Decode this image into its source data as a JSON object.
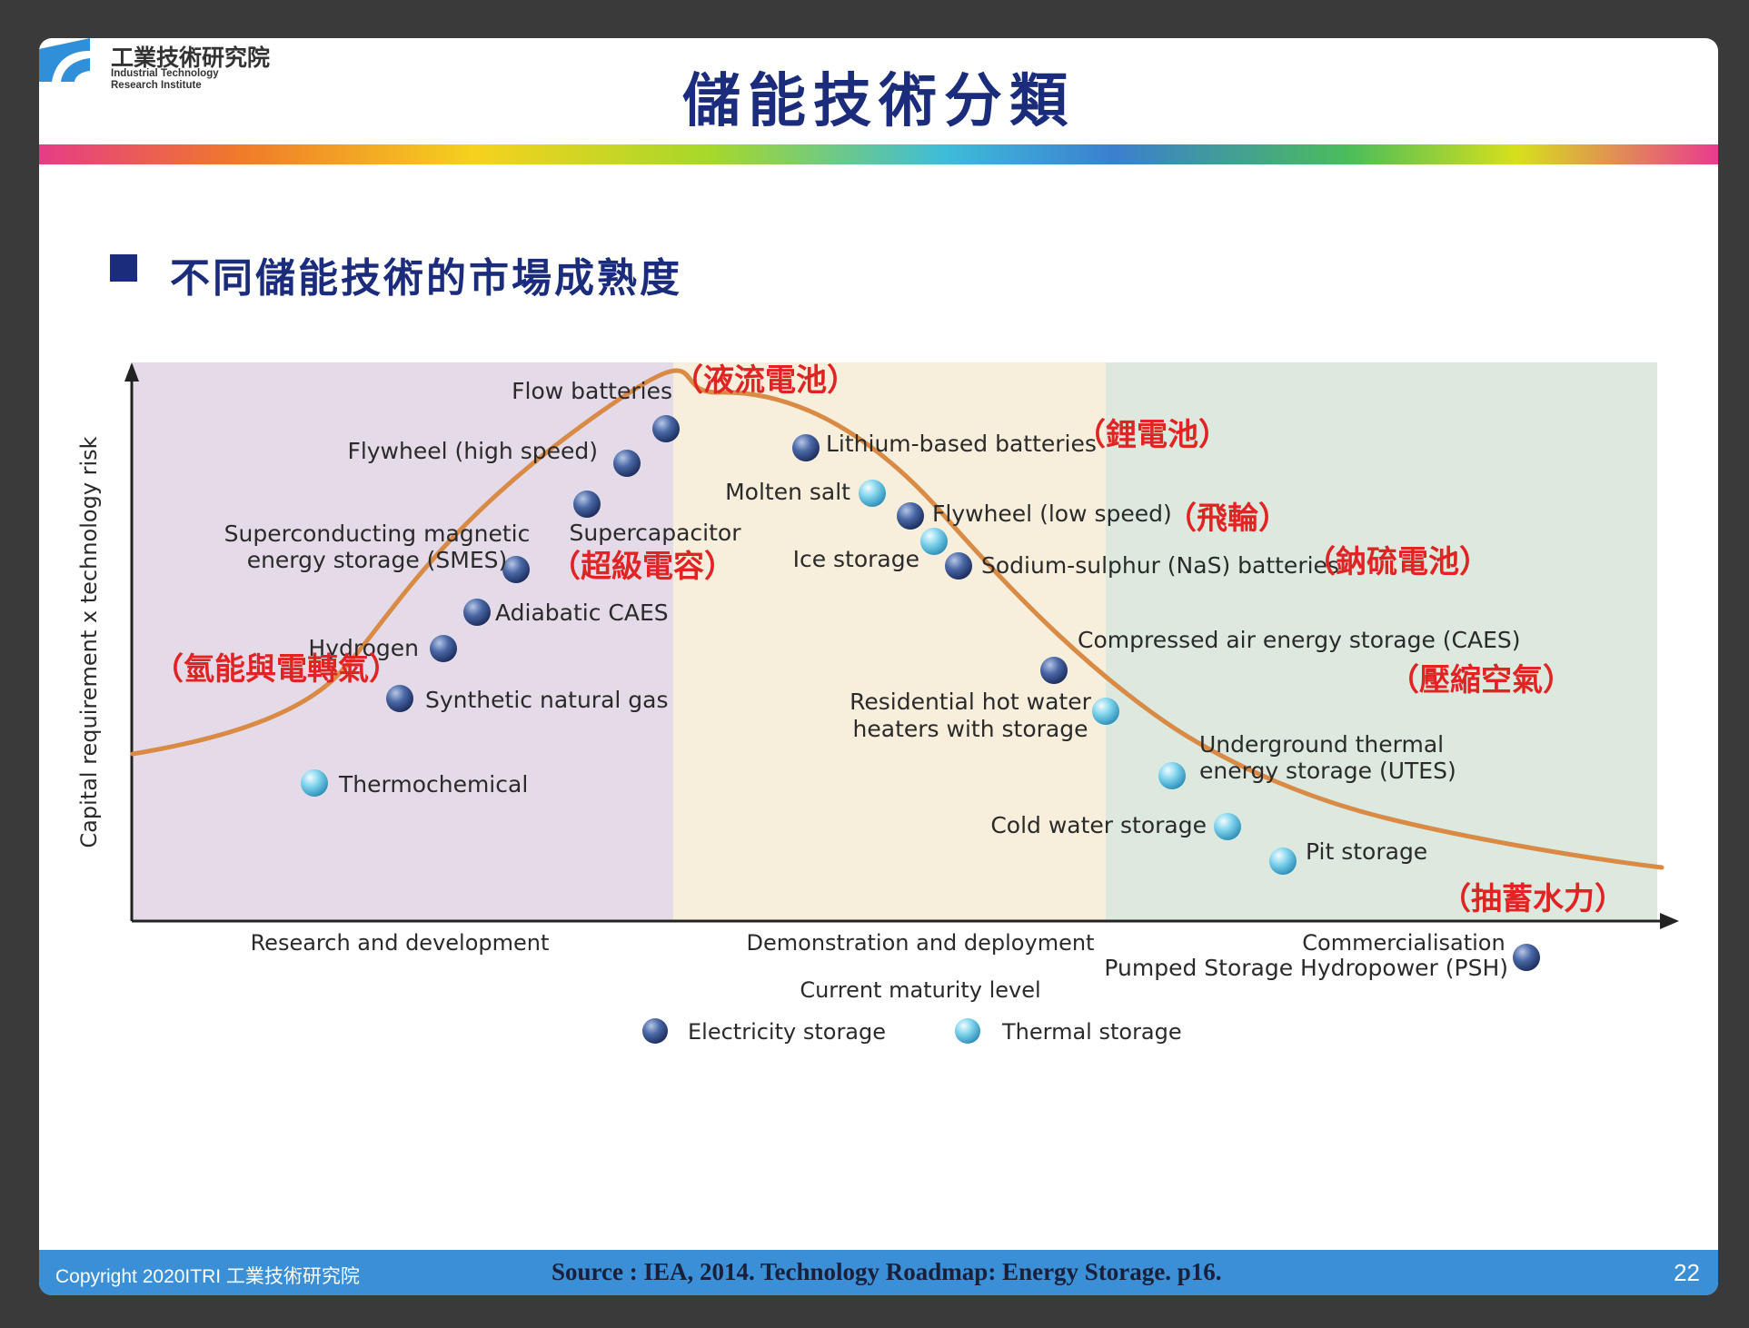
{
  "header": {
    "logo_cn": "工業技術研究院",
    "logo_en_line1": "Industrial Technology",
    "logo_en_line2": "Research Institute",
    "title": "儲能技術分類"
  },
  "subheading": "不同儲能技術的市場成熟度",
  "diagram": {
    "y_axis_label": "Capital requirement x technology risk",
    "x_axis_label": "Current maturity level",
    "stages": [
      "Research and development",
      "Demonstration and deployment",
      "Commercialisation"
    ],
    "stage_colors": [
      "#e5dbe8",
      "#f7eedb",
      "#dde9df"
    ],
    "curve_color": "#d98a45",
    "technologies": [
      {
        "label_lines": [
          "Thermochemical"
        ],
        "type": "thermal"
      },
      {
        "label_lines": [
          "Synthetic natural gas"
        ],
        "type": "electricity"
      },
      {
        "label_lines": [
          "Hydrogen"
        ],
        "type": "electricity",
        "cn": "（氫能與電轉氣）"
      },
      {
        "label_lines": [
          "Adiabatic CAES"
        ],
        "type": "electricity"
      },
      {
        "label_lines": [
          "Superconducting magnetic",
          "energy storage (SMES)"
        ],
        "type": "electricity"
      },
      {
        "label_lines": [
          "Supercapacitor"
        ],
        "type": "electricity",
        "cn": "（超級電容）"
      },
      {
        "label_lines": [
          "Flywheel (high speed)"
        ],
        "type": "electricity"
      },
      {
        "label_lines": [
          "Flow batteries"
        ],
        "type": "electricity",
        "cn": "（液流電池）"
      },
      {
        "label_lines": [
          "Lithium-based batteries"
        ],
        "type": "electricity",
        "cn": "（鋰電池）"
      },
      {
        "label_lines": [
          "Molten salt"
        ],
        "type": "thermal"
      },
      {
        "label_lines": [
          "Flywheel (low speed)"
        ],
        "type": "electricity",
        "cn": "（飛輪）"
      },
      {
        "label_lines": [
          "Ice storage"
        ],
        "type": "thermal"
      },
      {
        "label_lines": [
          "Sodium-sulphur (NaS) batteries"
        ],
        "type": "electricity",
        "cn": "（鈉硫電池）"
      },
      {
        "label_lines": [
          "Compressed air energy storage (CAES)"
        ],
        "type": "electricity",
        "cn": "（壓縮空氣）"
      },
      {
        "label_lines": [
          "Residential hot water",
          "heaters with storage"
        ],
        "type": "thermal"
      },
      {
        "label_lines": [
          "Underground thermal",
          "energy storage (UTES)"
        ],
        "type": "thermal"
      },
      {
        "label_lines": [
          "Cold water storage"
        ],
        "type": "thermal"
      },
      {
        "label_lines": [
          "Pit storage"
        ],
        "type": "thermal"
      },
      {
        "label_lines": [
          "Pumped Storage Hydropower (PSH)"
        ],
        "type": "electricity",
        "cn": "（抽蓄水力）"
      }
    ],
    "legend": [
      {
        "label": "Electricity storage",
        "type": "electricity"
      },
      {
        "label": "Thermal storage",
        "type": "thermal"
      }
    ]
  },
  "footer": {
    "copyright": "Copyright 2020ITRI 工業技術研究院",
    "source": "Source : IEA, 2014. Technology Roadmap: Energy Storage. p16.",
    "page": "22"
  }
}
